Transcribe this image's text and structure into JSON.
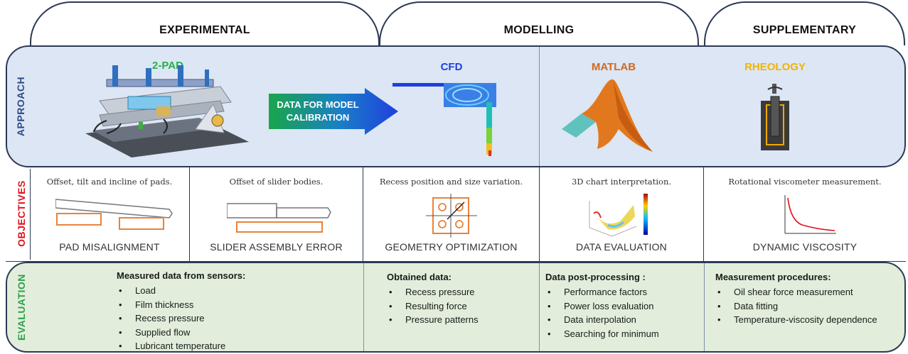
{
  "headers": [
    "EXPERIMENTAL",
    "MODELLING",
    "SUPPLEMENTARY"
  ],
  "rows": {
    "approach": "APPROACH",
    "objectives": "OBJECTIVES",
    "evaluation": "EVALUATION"
  },
  "approach": {
    "two_pad": "2-PAD",
    "arrow_label": "DATA FOR MODEL CALIBRATION",
    "cfd": "CFD",
    "matlab": "MATLAB",
    "rheology": "RHEOLOGY"
  },
  "objectives": [
    {
      "desc": "Offset, tilt and incline of pads.",
      "name": "PAD MISALIGNMENT"
    },
    {
      "desc": "Offset of slider bodies.",
      "name": "SLIDER ASSEMBLY ERROR"
    },
    {
      "desc": "Recess position and size variation.",
      "name": "GEOMETRY OPTIMIZATION"
    },
    {
      "desc": "3D chart interpretation.",
      "name": "DATA EVALUATION"
    },
    {
      "desc": "Rotational viscometer measurement.",
      "name": "DYNAMIC VISCOSITY"
    }
  ],
  "evaluation": [
    {
      "title": "Measured data from sensors:",
      "items": [
        "Load",
        "Film thickness",
        "Recess pressure",
        "Supplied flow",
        "Lubricant temperature"
      ]
    },
    {
      "title": "Obtained data:",
      "items": [
        "Recess pressure",
        "Resulting force",
        "Pressure patterns"
      ]
    },
    {
      "title": "Data post-processing :",
      "items": [
        "Performance factors",
        "Power loss evaluation",
        "Data interpolation",
        "Searching for minimum"
      ]
    },
    {
      "title": "Measurement procedures:",
      "items": [
        "Oil shear force measurement",
        "Data fitting",
        "Temperature-viscosity dependence"
      ]
    }
  ],
  "colors": {
    "approach_bg": "#dce6f4",
    "evaluation_bg": "#e2eedb",
    "approach_label": "#2e4a8a",
    "objectives_label": "#e0121b",
    "evaluation_label": "#2ea04a",
    "two_pad": "#22b14c",
    "cfd": "#1f3fe0",
    "matlab": "#d2691e",
    "rheology": "#f0b400",
    "object_orange": "#e8833a"
  }
}
